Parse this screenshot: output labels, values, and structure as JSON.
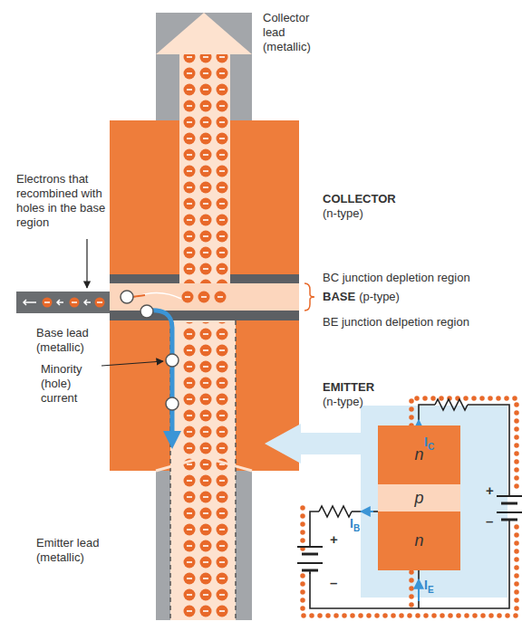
{
  "diagram": {
    "nodes": [
      {
        "text": [
          "n"
        ]
      },
      {
        "text": [
          "p"
        ]
      },
      {
        "text": [
          "n"
        ]
      }
    ],
    "labels": [
      "Collector lead (metallic)",
      "COLLECTOR",
      "(n-type)",
      "Electrons that recombined with holes in the base region",
      "BC junction depletion region",
      "BASE",
      "(p-type)",
      "BE junction delpetion region",
      "Base lead (metallic)",
      "Minority (hole) current",
      "EMITTER",
      "(n-type)",
      "Emitter lead (metallic)",
      "IC",
      "IB",
      "IE",
      "+",
      "–",
      "+",
      "–"
    ]
  }
}
